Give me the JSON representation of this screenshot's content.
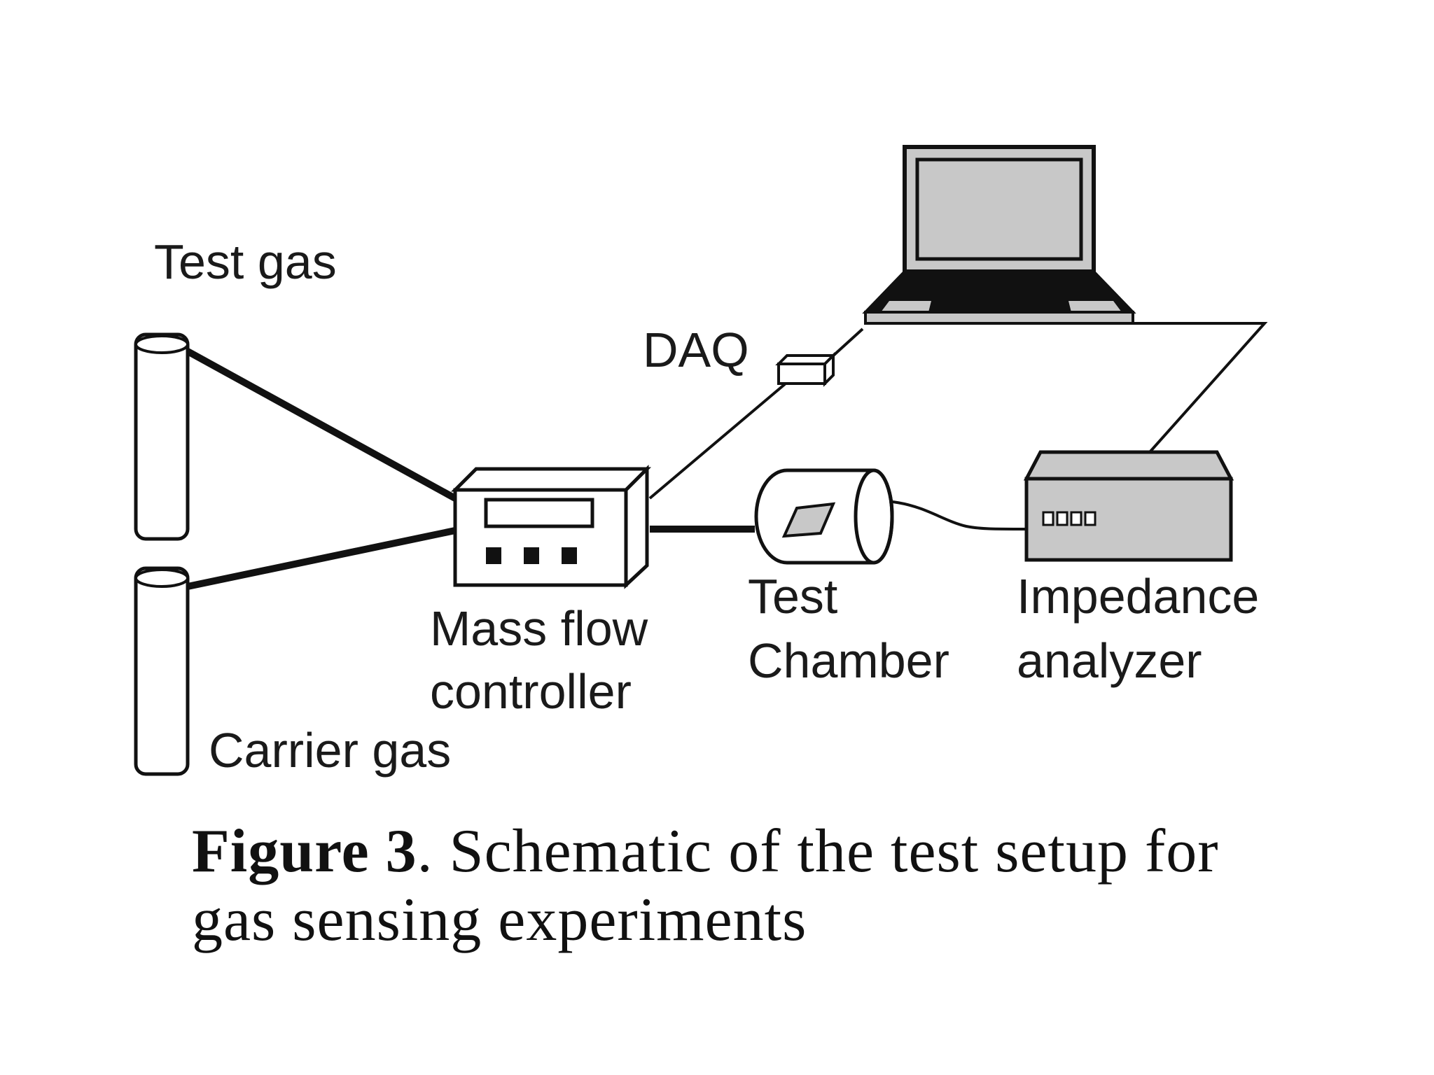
{
  "labels": {
    "test_gas": "Test gas",
    "carrier_gas": "Carrier gas",
    "daq": "DAQ",
    "mfc_line1": "Mass flow",
    "mfc_line2": "controller",
    "chamber_line1": "Test",
    "chamber_line2": "Chamber",
    "analyzer_line1": "Impedance",
    "analyzer_line2": "analyzer"
  },
  "caption": {
    "label": "Figure 3",
    "text": ". Schematic of the test setup for gas sensing experiments"
  },
  "colors": {
    "line": "#111111",
    "device_fill": "#c8c8c8",
    "background": "#ffffff"
  }
}
